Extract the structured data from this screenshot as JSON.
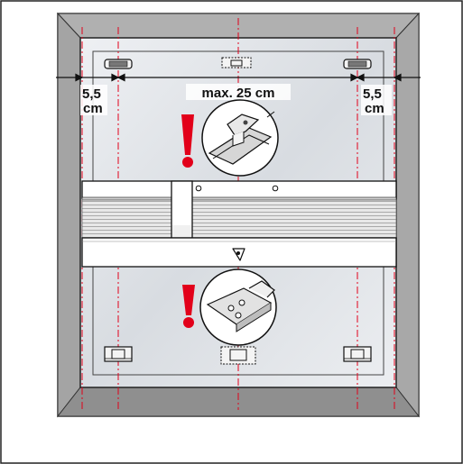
{
  "labels": {
    "left_margin_value": "5,5",
    "left_margin_unit": "cm",
    "center_span": "max. 25 cm",
    "right_margin_value": "5,5",
    "right_margin_unit": "cm"
  },
  "colors": {
    "frame_outer": "#8a8a8a",
    "frame_inner": "#b9b9b9",
    "glass": "#d9dde2",
    "accent_red": "#e2001a",
    "ink": "#111111"
  },
  "icons": {
    "warning_top": "exclamation-icon",
    "warning_bottom": "exclamation-icon",
    "clip_top": "top-bracket-clip-icon",
    "clip_bottom": "bottom-bracket-clip-icon"
  }
}
